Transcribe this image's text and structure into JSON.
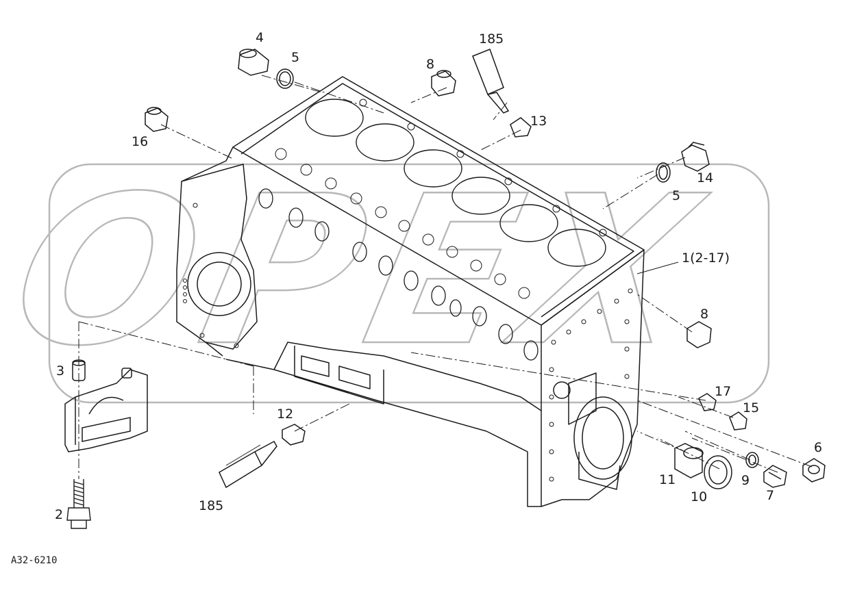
{
  "diagram": {
    "drawing_code": "A32-6210",
    "watermark_text": "OPEX",
    "callouts": {
      "c1": "1(2-17)",
      "c2": "2",
      "c3": "3",
      "c4": "4",
      "c5a": "5",
      "c5b": "5",
      "c6": "6",
      "c7": "7",
      "c8a": "8",
      "c8b": "8",
      "c9": "9",
      "c10": "10",
      "c11": "11",
      "c12": "12",
      "c13": "13",
      "c14": "14",
      "c15": "15",
      "c16": "16",
      "c17": "17",
      "c185a": "185",
      "c185b": "185"
    }
  },
  "colors": {
    "line": "#1a1a1a",
    "watermark": "#b8b8b8",
    "background": "#ffffff"
  },
  "icons": [
    "cylinder-block-icon",
    "main-bearing-cap-icon",
    "bolt-icon",
    "plug-icon",
    "seal-ring-icon",
    "sealant-tube-icon"
  ]
}
